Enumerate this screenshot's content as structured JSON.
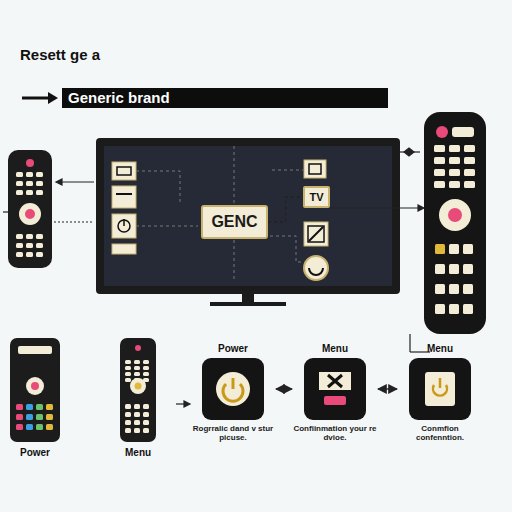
{
  "diagram": {
    "title": "Resett ge a",
    "nodes": [
      {
        "text": [
          "Generic brand"
        ]
      },
      {
        "text": [
          "GENC"
        ]
      },
      {
        "text": [
          "TV"
        ]
      },
      {
        "text": [
          "Power",
          "Rogrralic dand v stur picuse."
        ]
      },
      {
        "text": [
          "Menu",
          "Confiinmation your re dvioe."
        ]
      },
      {
        "text": [
          "Menu",
          "Conmfion confenntion."
        ]
      }
    ],
    "edges": [
      {
        "from": 1,
        "to": 2,
        "arrow": "none"
      },
      {
        "from": 3,
        "to": 4,
        "arrow": "both"
      },
      {
        "from": 4,
        "to": 5,
        "arrow": "both"
      }
    ],
    "labels": [
      "Power",
      "Menu"
    ]
  }
}
